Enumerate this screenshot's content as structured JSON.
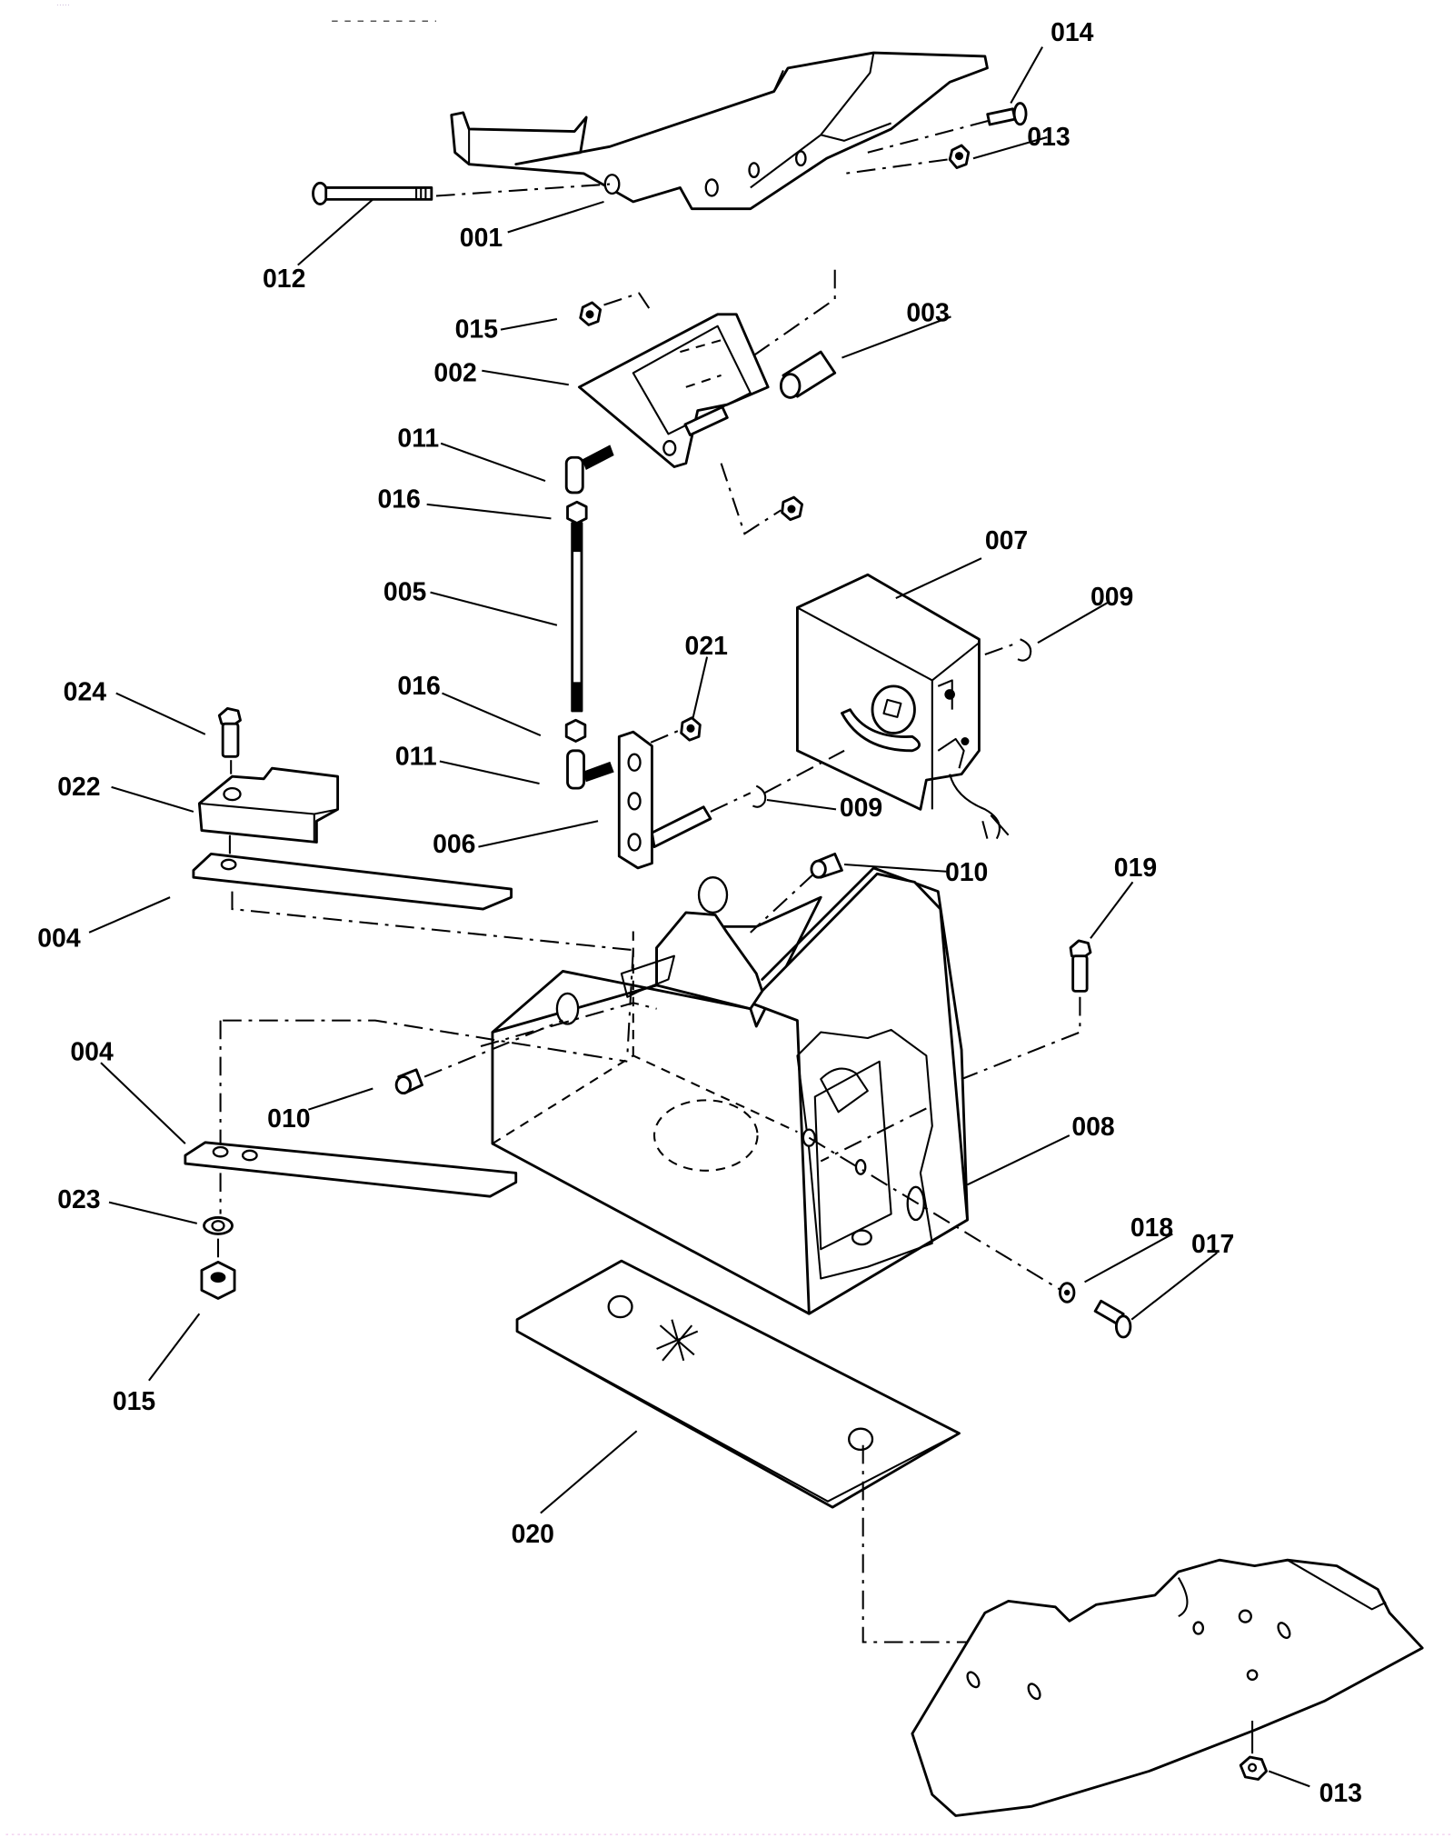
{
  "diagram": {
    "type": "exploded-parts-view",
    "header_fragments": [
      "·····",
      "– – – – –"
    ],
    "callouts": [
      {
        "id": "001",
        "label": "001",
        "part": "pedal-arm"
      },
      {
        "id": "002",
        "label": "002",
        "part": "pedal-bracket"
      },
      {
        "id": "003",
        "label": "003",
        "part": "spacer-tube"
      },
      {
        "id": "004a",
        "label": "004",
        "part": "upper-strip-plate"
      },
      {
        "id": "004b",
        "label": "004",
        "part": "lower-strip-plate"
      },
      {
        "id": "005",
        "label": "005",
        "part": "threaded-rod"
      },
      {
        "id": "006",
        "label": "006",
        "part": "lever-link"
      },
      {
        "id": "007",
        "label": "007",
        "part": "control-box"
      },
      {
        "id": "008",
        "label": "008",
        "part": "main-housing"
      },
      {
        "id": "009a",
        "label": "009",
        "part": "retaining-ring-upper"
      },
      {
        "id": "009b",
        "label": "009",
        "part": "retaining-ring-lower"
      },
      {
        "id": "010a",
        "label": "010",
        "part": "bushing-upper"
      },
      {
        "id": "010b",
        "label": "010",
        "part": "bushing-lower"
      },
      {
        "id": "011a",
        "label": "011",
        "part": "ball-joint-upper"
      },
      {
        "id": "011b",
        "label": "011",
        "part": "ball-joint-lower"
      },
      {
        "id": "012",
        "label": "012",
        "part": "long-pivot-bolt"
      },
      {
        "id": "013a",
        "label": "013",
        "part": "nut-top"
      },
      {
        "id": "013b",
        "label": "013",
        "part": "nut-bottom"
      },
      {
        "id": "014",
        "label": "014",
        "part": "short-bolt"
      },
      {
        "id": "015a",
        "label": "015",
        "part": "nut-bracket"
      },
      {
        "id": "015b",
        "label": "015",
        "part": "nut-lower-left"
      },
      {
        "id": "016a",
        "label": "016",
        "part": "jam-nut-upper"
      },
      {
        "id": "016b",
        "label": "016",
        "part": "jam-nut-lower"
      },
      {
        "id": "017",
        "label": "017",
        "part": "side-bolt"
      },
      {
        "id": "018",
        "label": "018",
        "part": "side-washer"
      },
      {
        "id": "019",
        "label": "019",
        "part": "top-bolt"
      },
      {
        "id": "020",
        "label": "020",
        "part": "base-plate"
      },
      {
        "id": "021",
        "label": "021",
        "part": "link-nut"
      },
      {
        "id": "022",
        "label": "022",
        "part": "clamp-block"
      },
      {
        "id": "023",
        "label": "023",
        "part": "flat-washer"
      },
      {
        "id": "024",
        "label": "024",
        "part": "clamp-bolt"
      }
    ]
  }
}
